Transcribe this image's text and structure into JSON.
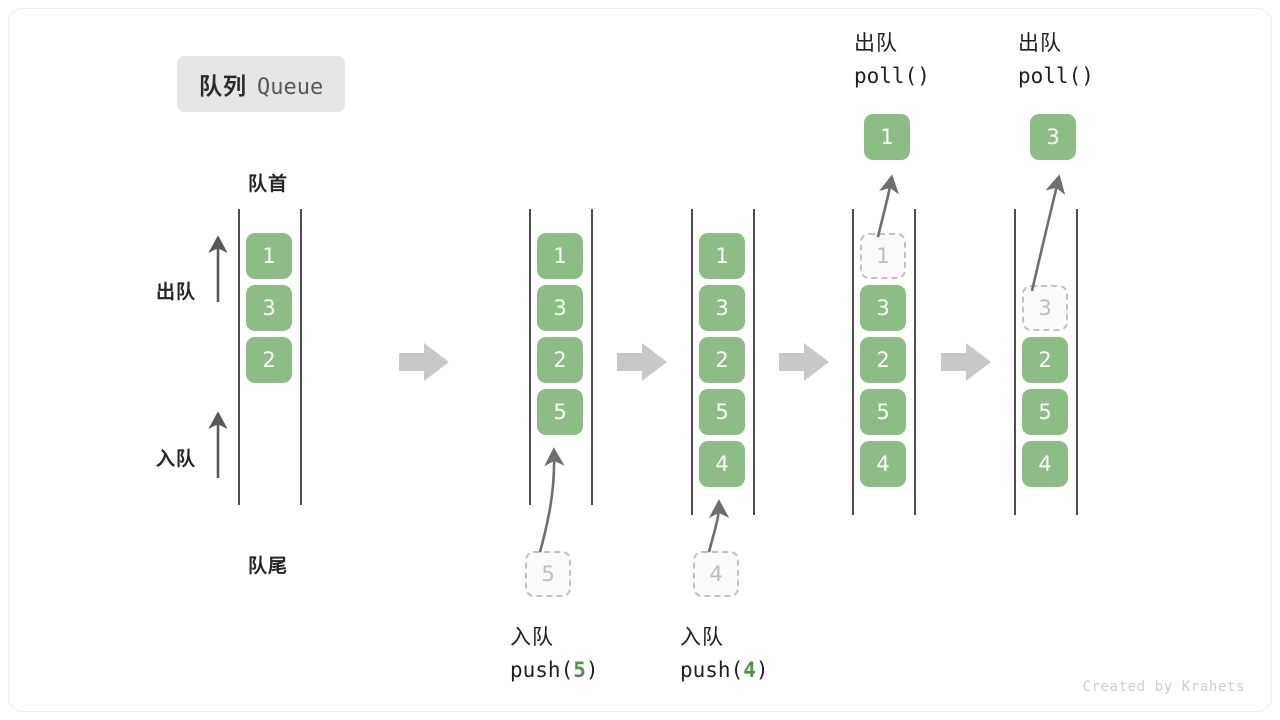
{
  "title": {
    "cn": "队列",
    "en": "Queue"
  },
  "labels": {
    "head": "队首",
    "tail": "队尾",
    "dequeue": "出队",
    "enqueue": "入队"
  },
  "watermark": "Created by Krahets",
  "colors": {
    "element_green": "#8cbd84",
    "arg_green": "#4f9445",
    "rail_gray": "#4d4d4d",
    "ghost_gray": "#c2c2c2",
    "flow_arrow_gray": "#c8c8c8",
    "badge_bg": "#e6e6e6"
  },
  "columns": [
    {
      "id": "initial",
      "slots": [
        {
          "value": "1",
          "state": "filled"
        },
        {
          "value": "3",
          "state": "filled"
        },
        {
          "value": "2",
          "state": "filled"
        }
      ]
    },
    {
      "id": "after-push-5",
      "slots": [
        {
          "value": "1",
          "state": "filled"
        },
        {
          "value": "3",
          "state": "filled"
        },
        {
          "value": "2",
          "state": "filled"
        },
        {
          "value": "5",
          "state": "filled"
        }
      ],
      "incoming": {
        "value": "5",
        "state": "ghost"
      },
      "operation": {
        "cn": "入队",
        "code_prefix": "push(",
        "arg": "5",
        "code_suffix": ")"
      }
    },
    {
      "id": "after-push-4",
      "slots": [
        {
          "value": "1",
          "state": "filled"
        },
        {
          "value": "3",
          "state": "filled"
        },
        {
          "value": "2",
          "state": "filled"
        },
        {
          "value": "5",
          "state": "filled"
        },
        {
          "value": "4",
          "state": "filled"
        }
      ],
      "incoming": {
        "value": "4",
        "state": "ghost"
      },
      "operation": {
        "cn": "入队",
        "code_prefix": "push(",
        "arg": "4",
        "code_suffix": ")"
      }
    },
    {
      "id": "after-poll-1",
      "slots": [
        {
          "value": "1",
          "state": "ghost"
        },
        {
          "value": "3",
          "state": "filled"
        },
        {
          "value": "2",
          "state": "filled"
        },
        {
          "value": "5",
          "state": "filled"
        },
        {
          "value": "4",
          "state": "filled"
        }
      ],
      "result": {
        "value": "1"
      },
      "operation": {
        "cn": "出队",
        "code_prefix": "poll(",
        "arg": "",
        "code_suffix": ")"
      }
    },
    {
      "id": "after-poll-3",
      "slots": [
        {
          "value": "",
          "state": "empty"
        },
        {
          "value": "3",
          "state": "ghost"
        },
        {
          "value": "2",
          "state": "filled"
        },
        {
          "value": "5",
          "state": "filled"
        },
        {
          "value": "4",
          "state": "filled"
        }
      ],
      "result": {
        "value": "3"
      },
      "operation": {
        "cn": "出队",
        "code_prefix": "poll(",
        "arg": "",
        "code_suffix": ")"
      }
    }
  ]
}
